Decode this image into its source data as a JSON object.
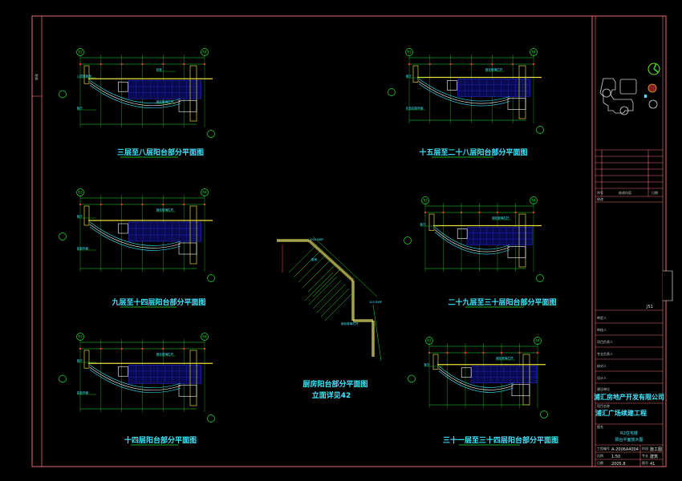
{
  "drawings": [
    {
      "title": "三层至八层阳台部分平面图",
      "labels": [
        "八层楼板面",
        "卧室",
        "客厅",
        "钢化玻璃栏杆"
      ],
      "axis_left": "R2",
      "axis_right": "R4"
    },
    {
      "title": "十五层至二十八层阳台部分平面图",
      "labels": [
        "客厅",
        "钢化玻璃栏杆",
        "灰色铝板饰面"
      ],
      "axis_left": "R3",
      "axis_right": "R4"
    },
    {
      "title": "九层至十四层阳台部分平面图",
      "labels": [
        "客厅",
        "钢化玻璃栏杆",
        "铝板饰面"
      ],
      "axis_left": "R3",
      "axis_right": "R4"
    },
    {
      "title": "二十九层至三十层阳台部分平面图",
      "labels": [
        "客厅",
        "钢化玻璃栏杆"
      ],
      "axis_left": "R3",
      "axis_right": "R4"
    },
    {
      "title": "十四层阳台部分平面图",
      "labels": [
        "客厅",
        "钢化玻璃栏杆",
        "铝板饰面"
      ],
      "axis_left": "R3",
      "axis_right": "R4"
    },
    {
      "title": "三十一层至三十四层阳台部分平面图",
      "labels": [
        "客厅",
        "钢化玻璃栏杆"
      ],
      "axis_left": "R3",
      "axis_right": "R4"
    }
  ],
  "center_drawing": {
    "title": "厨房阳台部分平面图",
    "subtitle": "立面详见42",
    "labels": [
      "厨房",
      "1000 BWP",
      "100 BWP",
      "钢化玻璃栏杆"
    ]
  },
  "title_block": {
    "revision_headers": {
      "no": "序号",
      "desc": "修改内容",
      "date": "日期"
    },
    "revision_label": "修改",
    "drawing_no_top": "J51",
    "roles": [
      "审定人",
      "审核人",
      "项目负责人",
      "专业负责人",
      "校对人",
      "设计人"
    ],
    "client_label": "建设单位",
    "client": "浦汇房地产开发有限公司",
    "project_label": "项目名称",
    "project": "浦汇广场续建工程",
    "sheet_label": "图名",
    "sheet_title_1": "R2住宅楼",
    "sheet_title_2": "阳台平面放大图",
    "fields": [
      {
        "label": "工程编号",
        "value": "A-2006A4004"
      },
      {
        "label": "阶段",
        "value": "施工图"
      },
      {
        "label": "比例",
        "value": "1:50"
      },
      {
        "label": "专业",
        "value": "建筑"
      },
      {
        "label": "日期",
        "value": "2005.8"
      },
      {
        "label": "图号",
        "value": "41"
      }
    ]
  },
  "colors": {
    "frame": "#e86a6a",
    "cyan": "#3fe8ff",
    "green": "#22e030",
    "blue": "#2626c8",
    "yellow": "#e8e040"
  }
}
